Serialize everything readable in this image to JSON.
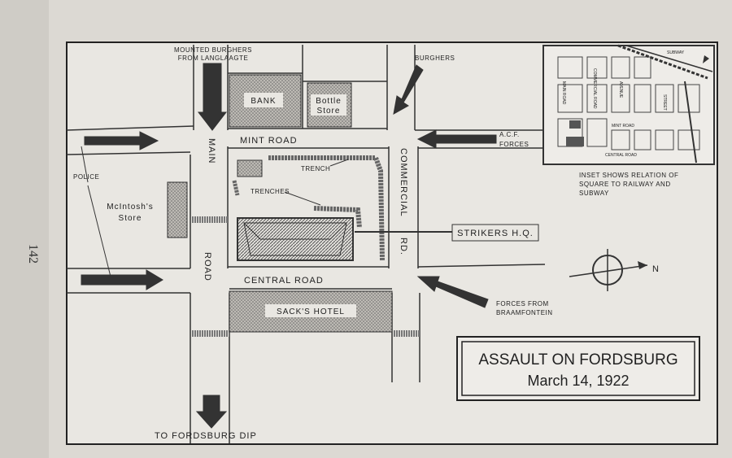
{
  "page_number": "142",
  "title": {
    "line1": "ASSAULT ON FORDSBURG",
    "line2": "March 14, 1922"
  },
  "map": {
    "streets": {
      "mint_road": "MINT ROAD",
      "central_road": "CENTRAL ROAD",
      "main": "MAIN",
      "road": "ROAD",
      "commercial": "COMMERCIAL",
      "rd": "RD."
    },
    "buildings": {
      "bank": "BANK",
      "bottle_store_line1": "Bottle",
      "bottle_store_line2": "Store",
      "mcintosh_line1": "McIntosh's",
      "mcintosh_line2": "Store",
      "sacks_hotel": "SACK'S HOTEL"
    },
    "labels": {
      "trench": "TRENCH",
      "trenches": "TRENCHES",
      "strikers_hq": "STRIKERS H.Q."
    },
    "forces": {
      "mounted_burghers_line1": "MOUNTED BURGHERS",
      "mounted_burghers_line2": "FROM LANGLAAGTE",
      "burghers": "BURGHERS",
      "acf_line1": "A.C.F.",
      "acf_line2": "FORCES",
      "police": "POLICE",
      "braamfontein_line1": "FORCES FROM",
      "braamfontein_line2": "BRAAMFONTEIN",
      "fordsburg_dip": "TO FORDSBURG DIP"
    },
    "compass_n": "N"
  },
  "inset": {
    "main_road": "MAIN ROAD",
    "commercial_road": "COMMERCIAL ROAD",
    "avenue": "AVENUE",
    "street": "STREET",
    "mint_road": "MINT ROAD",
    "central_road": "CENTRAL ROAD",
    "subway": "SUBWAY",
    "caption_line1": "INSET SHOWS RELATION OF",
    "caption_line2": "SQUARE TO RAILWAY AND",
    "caption_line3": "SUBWAY"
  }
}
